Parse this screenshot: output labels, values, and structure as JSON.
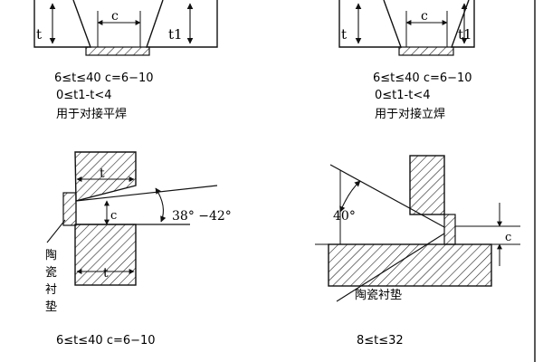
{
  "top_left": {
    "dim_t": "t",
    "dim_c": "c",
    "dim_t1": "t1",
    "line1": "6≤t≤40 c=6−10",
    "line2": "0≤t1-t<4",
    "line3": "用于对接平焊"
  },
  "top_right": {
    "dim_t": "t",
    "dim_c": "c",
    "dim_t1": "t1",
    "line1": "6≤t≤40 c=6−10",
    "line2": "0≤t1-t<4",
    "line3": "用于对接立焊"
  },
  "bottom_left": {
    "dim_t_top": "t",
    "dim_c": "c",
    "dim_t_bottom": "t",
    "angle": "38° −42°",
    "backing_label": [
      "陶",
      "瓷",
      "衬",
      "垫"
    ],
    "line1": "6≤t≤40 c=6−10"
  },
  "bottom_right": {
    "angle": "40°",
    "dim_c": "c",
    "backing_label": "陶瓷衬垫",
    "line1": "8≤t≤32"
  },
  "colors": {
    "ink": "#111111",
    "hatch": "#222222",
    "bg": "#ffffff"
  }
}
